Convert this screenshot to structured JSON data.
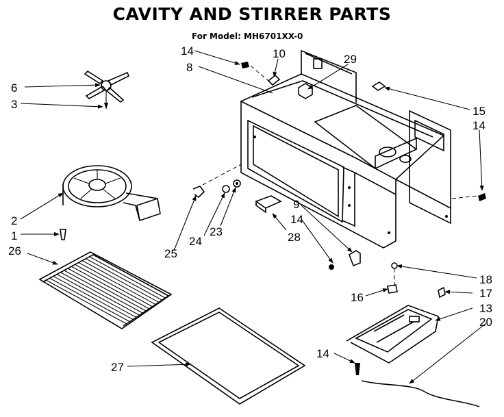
{
  "header": {
    "title": "CAVITY AND STIRRER PARTS",
    "subtitle": "For Model: MH6701XX-0"
  },
  "callouts": {
    "c1": "1",
    "c2": "2",
    "c3": "3",
    "c6": "6",
    "c8": "8",
    "c9": "9",
    "c10": "10",
    "c13": "13",
    "c14a": "14",
    "c14b": "14",
    "c14c": "14",
    "c14d": "14",
    "c15": "15",
    "c16": "16",
    "c17": "17",
    "c18": "18",
    "c20": "20",
    "c23": "23",
    "c24": "24",
    "c25": "25",
    "c26": "26",
    "c27": "27",
    "c28": "28",
    "c29": "29"
  }
}
